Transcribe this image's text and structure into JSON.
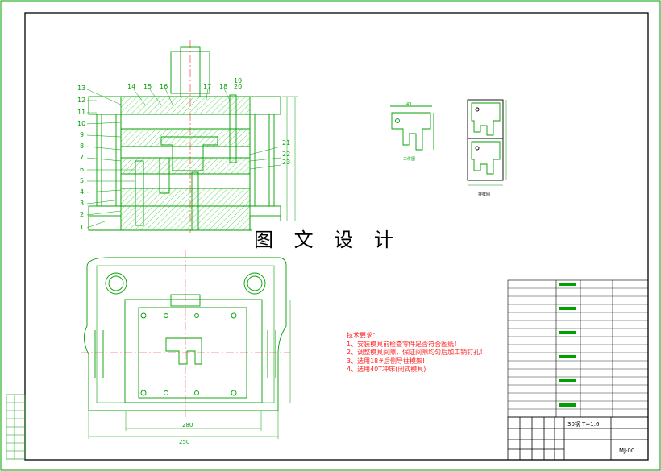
{
  "watermark": "图 文 设 计",
  "part_numbers": [
    "1",
    "2",
    "3",
    "4",
    "5",
    "6",
    "7",
    "8",
    "9",
    "10",
    "11",
    "12",
    "13",
    "14",
    "15",
    "16",
    "17",
    "18",
    "19",
    "20",
    "21",
    "22",
    "23"
  ],
  "views": {
    "workpiece_label": "工件图",
    "layout_label": "排样图"
  },
  "dimensions": {
    "bottom_a": "250",
    "bottom_b": "280",
    "top_small": "40"
  },
  "technical_requirements": {
    "title": "技术要求：",
    "items": [
      "1、安装模具前检查零件是否符合图纸！",
      "2、调整模具间隙，保证间隙均匀后加工销钉孔！",
      "3、选用18#后侧导柱模架!",
      "4、选用40T冲床(闭式模具)"
    ]
  },
  "title_block": {
    "material": "30钢 T=1.6",
    "drawing_no": "MJ-00"
  },
  "colors": {
    "frame": "#000000",
    "drawing": "#00a000",
    "centerline": "#ff2020",
    "hatch": "#00c000",
    "titleblock_fill": "#000000"
  }
}
